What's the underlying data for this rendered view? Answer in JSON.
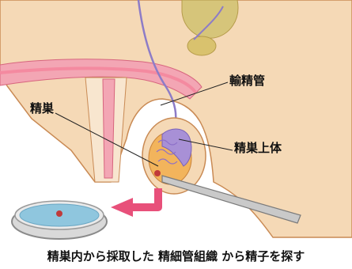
{
  "labels": {
    "vas_deferens": "輸精管",
    "testis": "精巣",
    "epididymis": "精巣上体"
  },
  "caption": "精巣内から採取した 精細管組織 から精子を探す",
  "colors": {
    "skin": "#f5d9b6",
    "skin_outline": "#c98a54",
    "penis_outer": "#f3a6b4",
    "penis_inner": "#f48aa0",
    "vas_line": "#8d7cc7",
    "bladder": "#d6c57a",
    "testis_fill": "#f2b45c",
    "epididymis": "#a890d6",
    "arrow": "#e8507a",
    "dish_rim": "#9a9a9a",
    "dish_liquid": "#8fc6de",
    "sample_dot": "#c03a3a"
  },
  "icons": [
    "forceps-icon",
    "petri-dish-icon",
    "arrow-icon"
  ]
}
